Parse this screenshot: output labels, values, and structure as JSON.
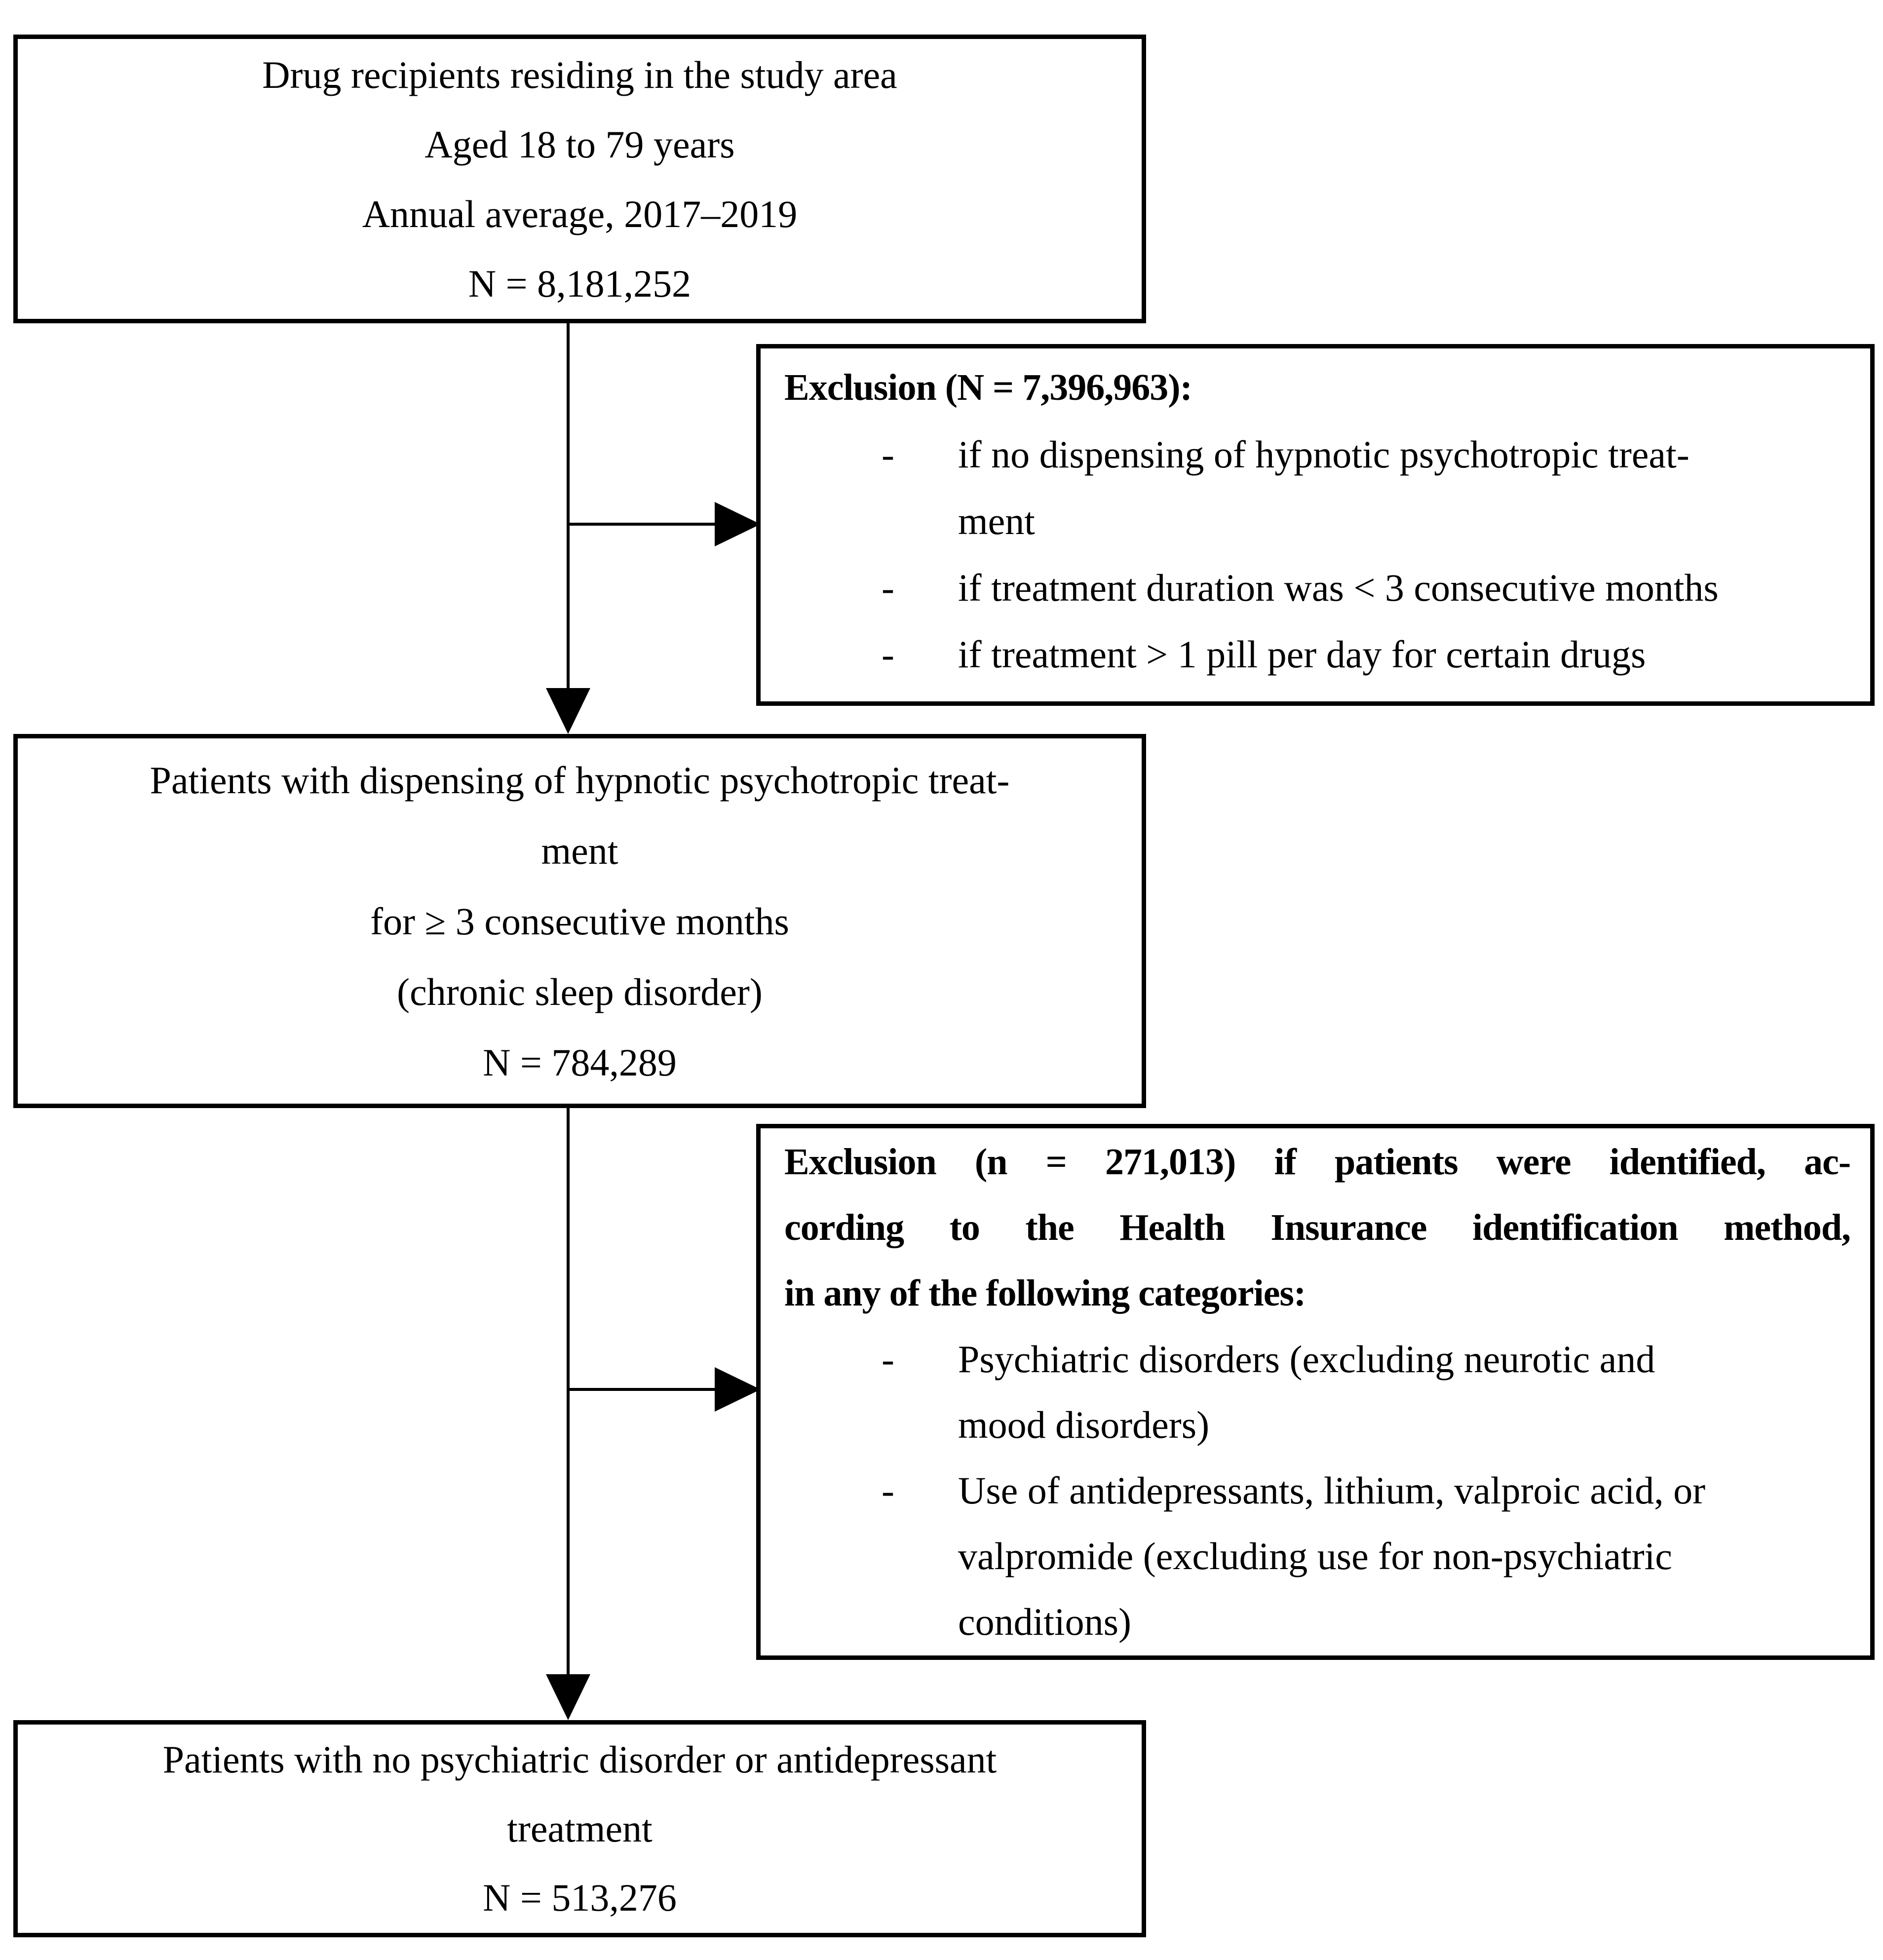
{
  "colors": {
    "background": "#ffffff",
    "border": "#000000",
    "text": "#000000"
  },
  "flow": {
    "box1": {
      "lines": [
        "Drug recipients residing in the study area",
        "Aged 18 to 79 years",
        "Annual average, 2017–2019",
        "N = 8,181,252"
      ]
    },
    "exclusion1": {
      "heading": "Exclusion (N = 7,396,963):",
      "bullet_marker": "-",
      "bullets": [
        [
          "if no dispensing of hypnotic psychotropic treat-",
          "ment"
        ],
        [
          "if treatment duration was < 3 consecutive months"
        ],
        [
          "if treatment > 1 pill per day for certain drugs"
        ]
      ]
    },
    "box2": {
      "lines": [
        "Patients with dispensing of hypnotic psychotropic treat-",
        "ment",
        "for ≥ 3 consecutive months",
        "(chronic sleep disorder)",
        "N = 784,289"
      ]
    },
    "exclusion2": {
      "heading_justified": [
        "Exclusion (n = 271,013) if patients were identified, ac-",
        "cording to the Health Insurance identification method,"
      ],
      "heading_last": "in any of the following categories:",
      "bullet_marker": "-",
      "bullets": [
        [
          "Psychiatric disorders (excluding neurotic and",
          "mood disorders)"
        ],
        [
          "Use of antidepressants, lithium, valproic acid, or",
          "valpromide (excluding use for non-psychiatric",
          "conditions)"
        ]
      ]
    },
    "box3": {
      "lines": [
        "Patients with no psychiatric disorder or antidepressant",
        "treatment",
        "N = 513,276"
      ]
    }
  }
}
